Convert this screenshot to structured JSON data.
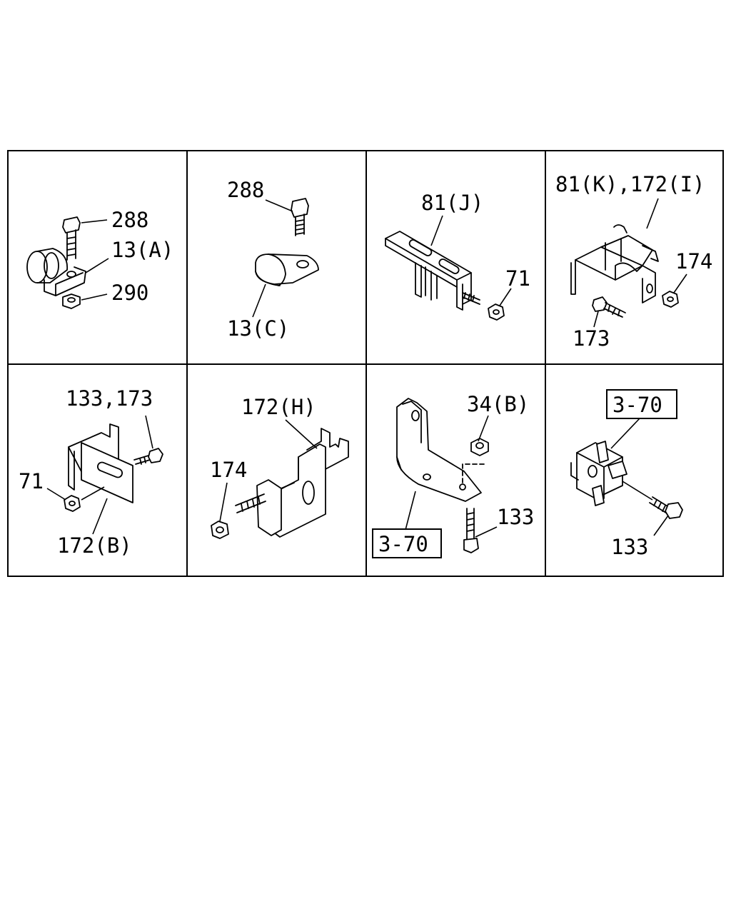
{
  "panels": [
    {
      "labels": {
        "a": "288",
        "b": "13(A)",
        "c": "290"
      }
    },
    {
      "labels": {
        "a": "288",
        "b": "13(C)"
      }
    },
    {
      "labels": {
        "a": "81(J)",
        "b": "71"
      }
    },
    {
      "labels": {
        "a": "81(K),172(I)",
        "b": "174",
        "c": "173"
      }
    },
    {
      "labels": {
        "a": "133,173",
        "b": "71",
        "c": "172(B)"
      }
    },
    {
      "labels": {
        "a": "172(H)",
        "b": "174"
      }
    },
    {
      "labels": {
        "a": "34(B)",
        "b": "3-70",
        "c": "133"
      }
    },
    {
      "labels": {
        "a": "3-70",
        "b": "133"
      }
    }
  ]
}
